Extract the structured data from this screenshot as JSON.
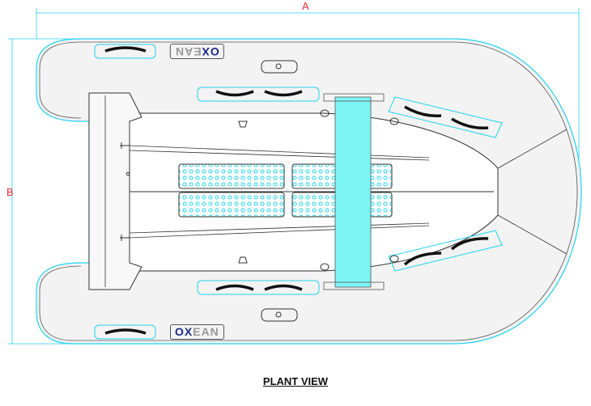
{
  "dimensions": {
    "length_label": "A",
    "beam_label": "B"
  },
  "logos": {
    "top": {
      "accent": "OX",
      "rest": "EAN"
    },
    "bottom": {
      "accent": "OX",
      "rest": "EAN"
    }
  },
  "caption": "PLANT VIEW",
  "colors": {
    "outline_cyan": "#22d3ee",
    "seat": "#7ef5f5",
    "dimension": "#e0303a",
    "logo_accent": "#1a2a88"
  }
}
